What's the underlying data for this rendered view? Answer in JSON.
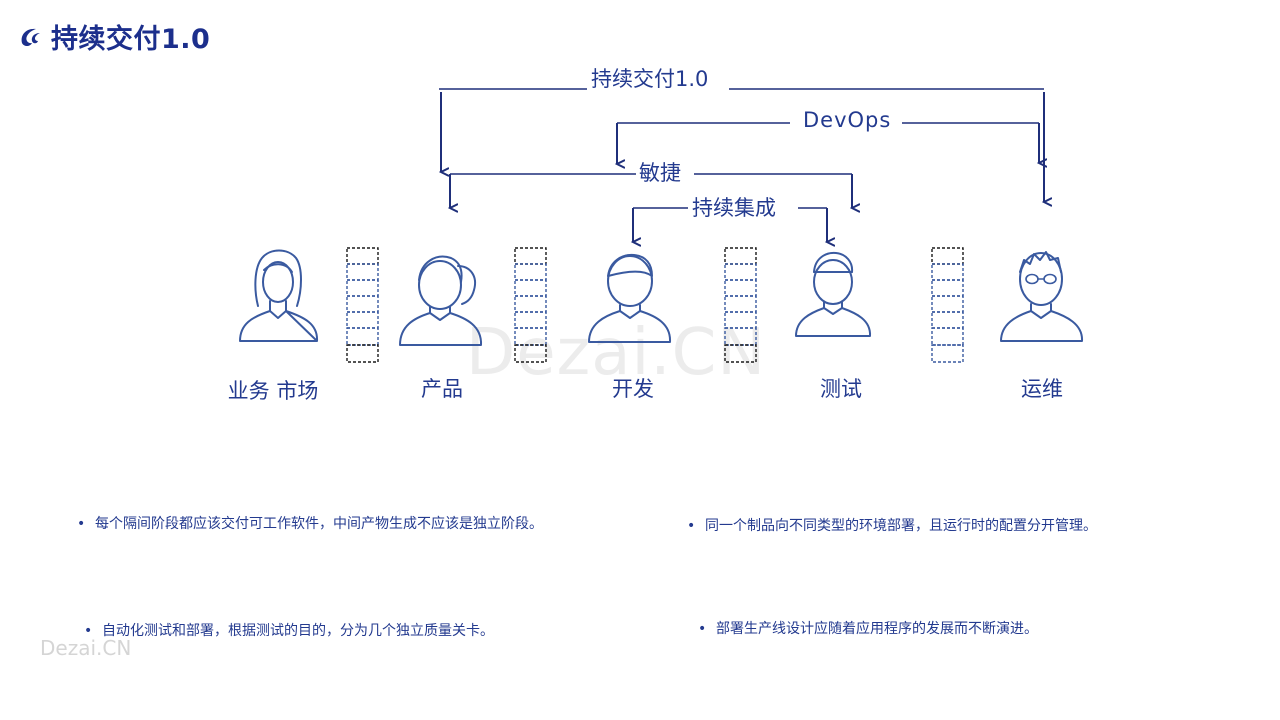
{
  "header": {
    "title": "持续交付1.0",
    "logo_icon": "brand-swirl-icon"
  },
  "diagram": {
    "scopes": {
      "continuous_delivery": "持续交付1.0",
      "devops": "DevOps",
      "agile": "敏捷",
      "continuous_integration": "持续集成"
    },
    "roles": [
      "业务 市场",
      "产品",
      "开发",
      "测试",
      "运维"
    ],
    "role_icons": [
      "woman-avatar-icon",
      "woman-ponytail-avatar-icon",
      "man-avatar-icon",
      "man-cap-avatar-icon",
      "man-glasses-avatar-icon"
    ]
  },
  "notes": [
    "每个隔间阶段都应该交付可工作软件，中间产物生成不应该是独立阶段。",
    "同一个制品向不同类型的环境部署，且运行时的配置分开管理。",
    "自动化测试和部署，根据测试的目的，分为几个独立质量关卡。",
    "部署生产线设计应随着应用程序的发展而不断演进。"
  ],
  "watermarks": {
    "center": "Dezai.CN",
    "corner": "Dezai.CN"
  },
  "colors": {
    "primary": "#1c2f8c",
    "line": "#1f2f7a",
    "icon_stroke": "#3a5aa0",
    "queue_dark": "#1a1a1a"
  }
}
